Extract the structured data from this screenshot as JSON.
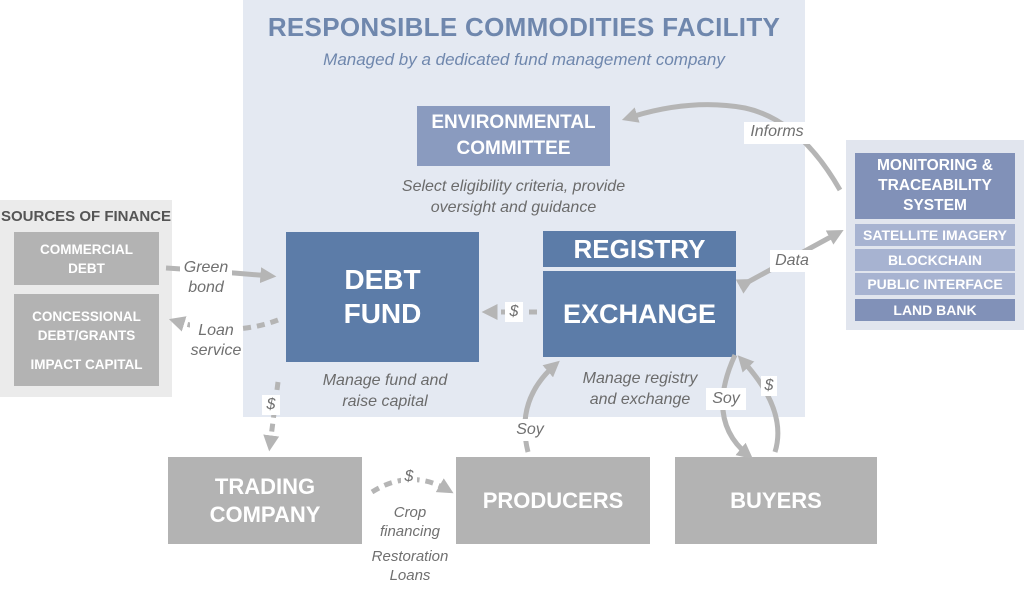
{
  "facility": {
    "title": "RESPONSIBLE COMMODITIES FACILITY",
    "subtitle": "Managed by a dedicated fund management company"
  },
  "environmental_committee": {
    "label_line1": "ENVIRONMENTAL",
    "label_line2": "COMMITTEE",
    "caption_line1": "Select eligibility criteria, provide",
    "caption_line2": "oversight and guidance"
  },
  "debt_fund": {
    "label_line1": "DEBT",
    "label_line2": "FUND",
    "caption_line1": "Manage fund and",
    "caption_line2": "raise capital"
  },
  "registry_exchange": {
    "registry_label": "REGISTRY",
    "exchange_label": "EXCHANGE",
    "caption_line1": "Manage registry",
    "caption_line2": "and exchange"
  },
  "sources_of_finance": {
    "title": "SOURCES OF FINANCE",
    "commercial_line1": "COMMERCIAL",
    "commercial_line2": "DEBT",
    "concessional_line1": "CONCESSIONAL",
    "concessional_line2": "DEBT/GRANTS",
    "impact": "IMPACT CAPITAL"
  },
  "monitoring": {
    "title_line1": "MONITORING &",
    "title_line2": "TRACEABILITY",
    "title_line3": "SYSTEM",
    "items": [
      "SATELLITE IMAGERY",
      "BLOCKCHAIN",
      "PUBLIC INTERFACE",
      "LAND BANK"
    ]
  },
  "bottom": {
    "trading_line1": "TRADING",
    "trading_line2": "COMPANY",
    "producers": "PRODUCERS",
    "buyers": "BUYERS"
  },
  "edge_labels": {
    "informs": "Informs",
    "data": "Data",
    "green_line1": "Green",
    "green_line2": "bond",
    "loan_line1": "Loan",
    "loan_line2": "service",
    "dollar": "$",
    "soy": "Soy",
    "crop_line1": "Crop",
    "crop_line2": "financing",
    "restoration_line1": "Restoration",
    "restoration_line2": "Loans"
  },
  "colors": {
    "facility_bg": "#e4e9f2",
    "primary_blue": "#5c7ca8",
    "committee_blue": "#8a9bbf",
    "title_blue": "#6f87ad",
    "external_gray": "#b3b3b3",
    "arrow_gray": "#b5b5b5"
  }
}
